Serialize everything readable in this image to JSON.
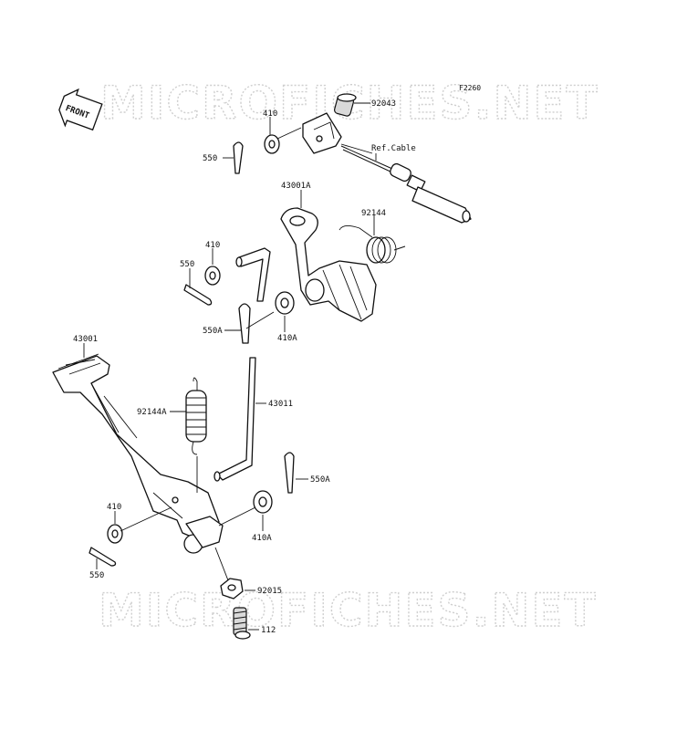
{
  "diagram_code": "F2260",
  "front_label": "FRONT",
  "watermark": "MICROFICHES.NET",
  "parts": {
    "p92043": "92043",
    "p410_top": "410",
    "p550_top": "550",
    "ref_cable": "Ref.Cable",
    "p43001A": "43001A",
    "p92144": "92144",
    "p410_mid": "410",
    "p550_mid": "550",
    "p550A_mid": "550A",
    "p410A_mid": "410A",
    "p43001": "43001",
    "p92144A": "92144A",
    "p43011": "43011",
    "p550A_low": "550A",
    "p410_low": "410",
    "p410A_low": "410A",
    "p550_low": "550",
    "p92015": "92015",
    "p112": "112"
  }
}
